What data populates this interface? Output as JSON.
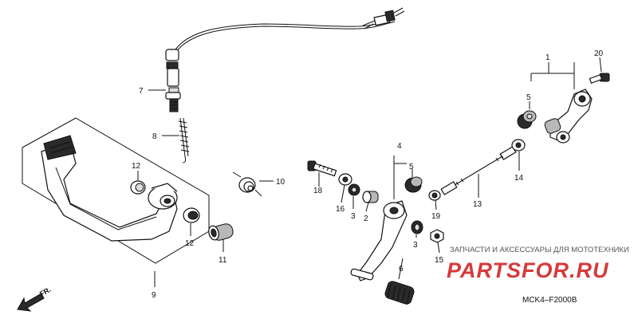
{
  "diagram": {
    "callouts": {
      "c1": "1",
      "c2": "2",
      "c3a": "3",
      "c3b": "3",
      "c4": "4",
      "c5a": "5",
      "c5b": "5",
      "c6": "6",
      "c7": "7",
      "c8": "8",
      "c9": "9",
      "c10": "10",
      "c11": "11",
      "c12a": "12",
      "c12b": "12",
      "c13": "13",
      "c14": "14",
      "c15": "15",
      "c16": "16",
      "c18": "18",
      "c19": "19",
      "c20": "20"
    },
    "front_indicator": "FR.",
    "watermark_caption": "ЗАПЧАСТИ И АКСЕССУАРЫ ДЛЯ МОТОТЕХНИКИ",
    "watermark_logo": "PARTSFOR.RU",
    "diagram_code": "MCK4–F2000B"
  },
  "colors": {
    "ink": "#111111",
    "watermark_red": "#d63a3a",
    "watermark_text": "#555555"
  }
}
